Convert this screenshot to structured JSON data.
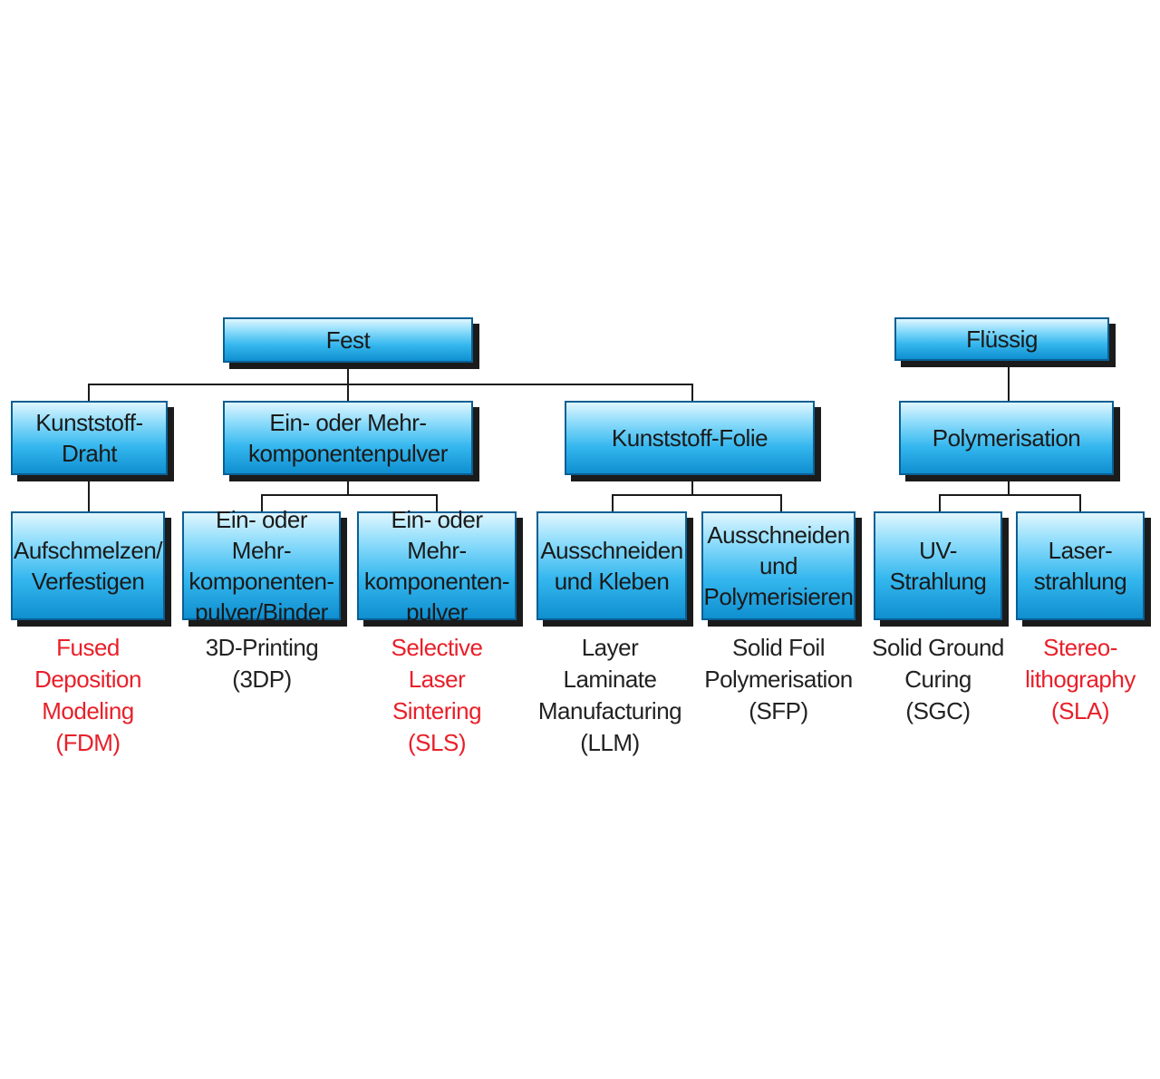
{
  "colors": {
    "box_text": "#1a1a1a",
    "label_default": "#222222",
    "label_highlight": "#e8202a",
    "connector": "#1a1a1a"
  },
  "nodes": {
    "fest": "Fest",
    "fluessig": "Flüssig",
    "kunststoff_draht": "Kunststoff-\nDraht",
    "pulver": "Ein- oder Mehr-\nkomponentenpulver",
    "folie": "Kunststoff-Folie",
    "polymerisation": "Polymerisation",
    "aufschmelzen": "Aufschmelzen/\nVerfestigen",
    "pulver_binder": "Ein- oder Mehr-\nkomponenten-\npulver/Binder",
    "pulver2": "Ein- oder Mehr-\nkomponenten-\npulver",
    "ausschneiden_kleben": "Ausschneiden\nund Kleben",
    "ausschneiden_poly": "Ausschneiden\nund\nPolymerisieren",
    "uv": "UV-\nStrahlung",
    "laser": "Laser-\nstrahlung"
  },
  "processes": {
    "fdm": "Fused\nDeposition\nModeling\n(FDM)",
    "3dp": "3D-Printing\n(3DP)",
    "sls": "Selective\nLaser\nSintering\n(SLS)",
    "llm": "Layer\nLaminate\nManufacturing\n(LLM)",
    "sfp": "Solid Foil\nPolymerisation\n(SFP)",
    "sgc": "Solid Ground\nCuring\n(SGC)",
    "sla": "Stereo-\nlithography\n(SLA)"
  }
}
